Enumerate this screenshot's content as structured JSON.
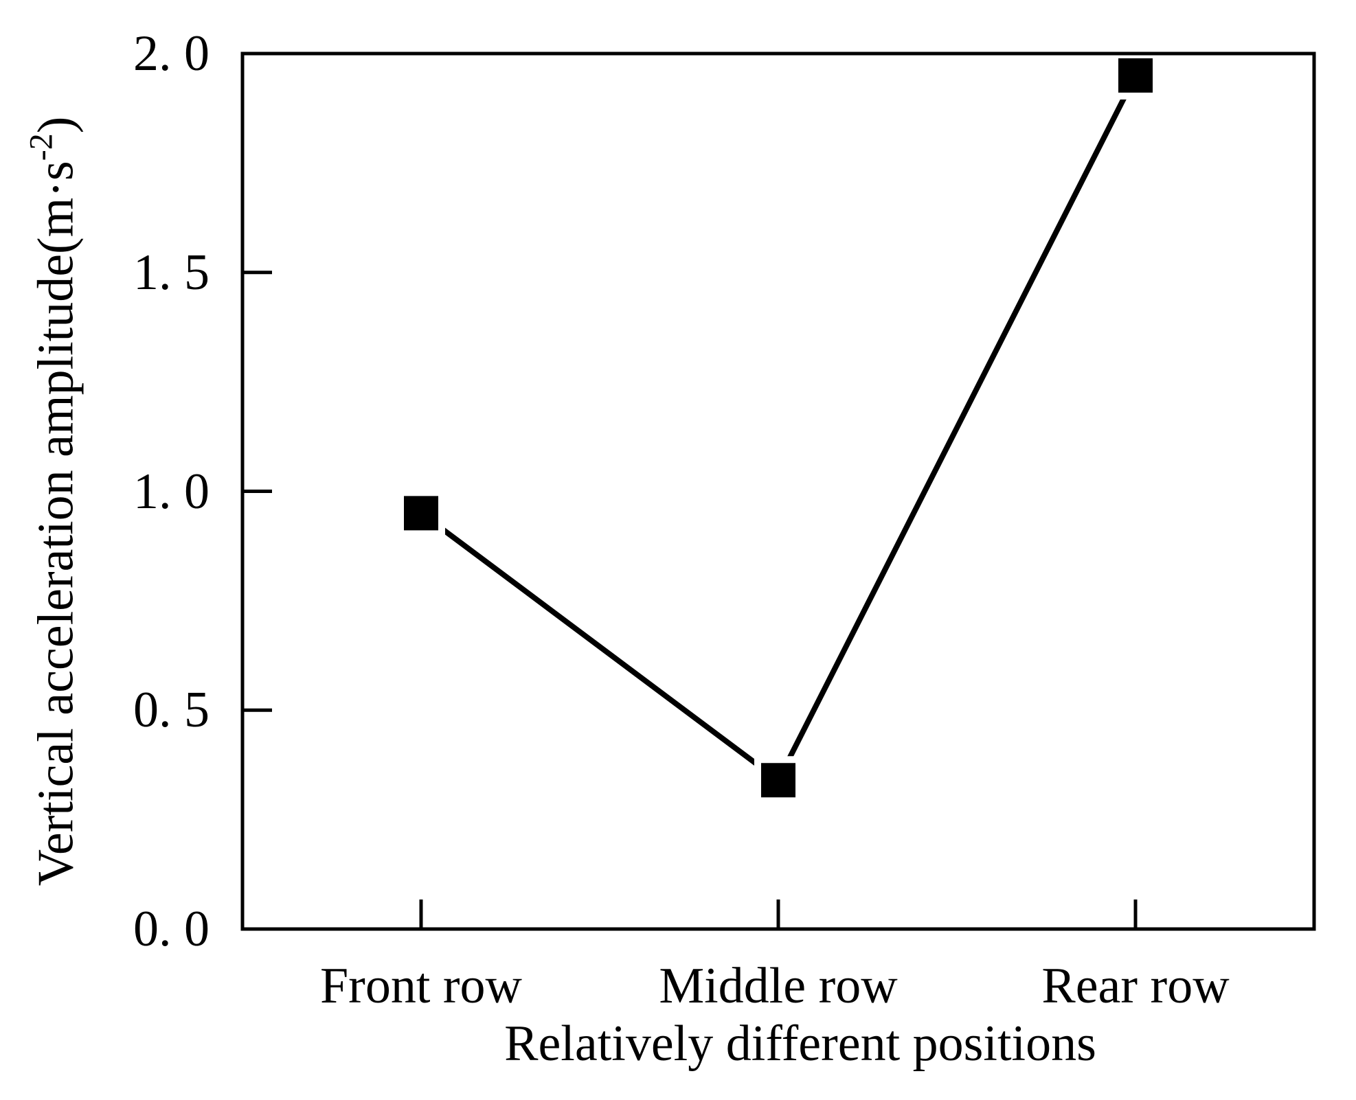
{
  "figure": {
    "background_color": "#ffffff",
    "foreground_color": "#000000"
  },
  "chart_data": {
    "type": "line",
    "title": "",
    "categories": [
      "Front row",
      "Middle row",
      "Rear row"
    ],
    "series": [
      {
        "name": "Vertical acceleration amplitude",
        "values": [
          0.95,
          0.34,
          1.95
        ]
      }
    ],
    "xlabel": "Relatively different positions",
    "ylabel": "Vertical acceleration amplitude(m·s⁻²)",
    "ylabel_parts": {
      "prefix": "Vertical acceleration amplitude(m·s",
      "superscript": "-2",
      "suffix": ")"
    },
    "ylim": [
      0.0,
      2.0
    ],
    "yticks": [
      0.0,
      0.5,
      1.0,
      1.5,
      2.0
    ],
    "ytick_labels": [
      "0. 0",
      "0. 5",
      "1. 0",
      "1. 5",
      "2. 0"
    ],
    "grid": false,
    "legend": "none",
    "marker_style": "filled-square",
    "line_color": "#000000",
    "marker_color": "#000000",
    "marker_halo_color": "#ffffff"
  }
}
